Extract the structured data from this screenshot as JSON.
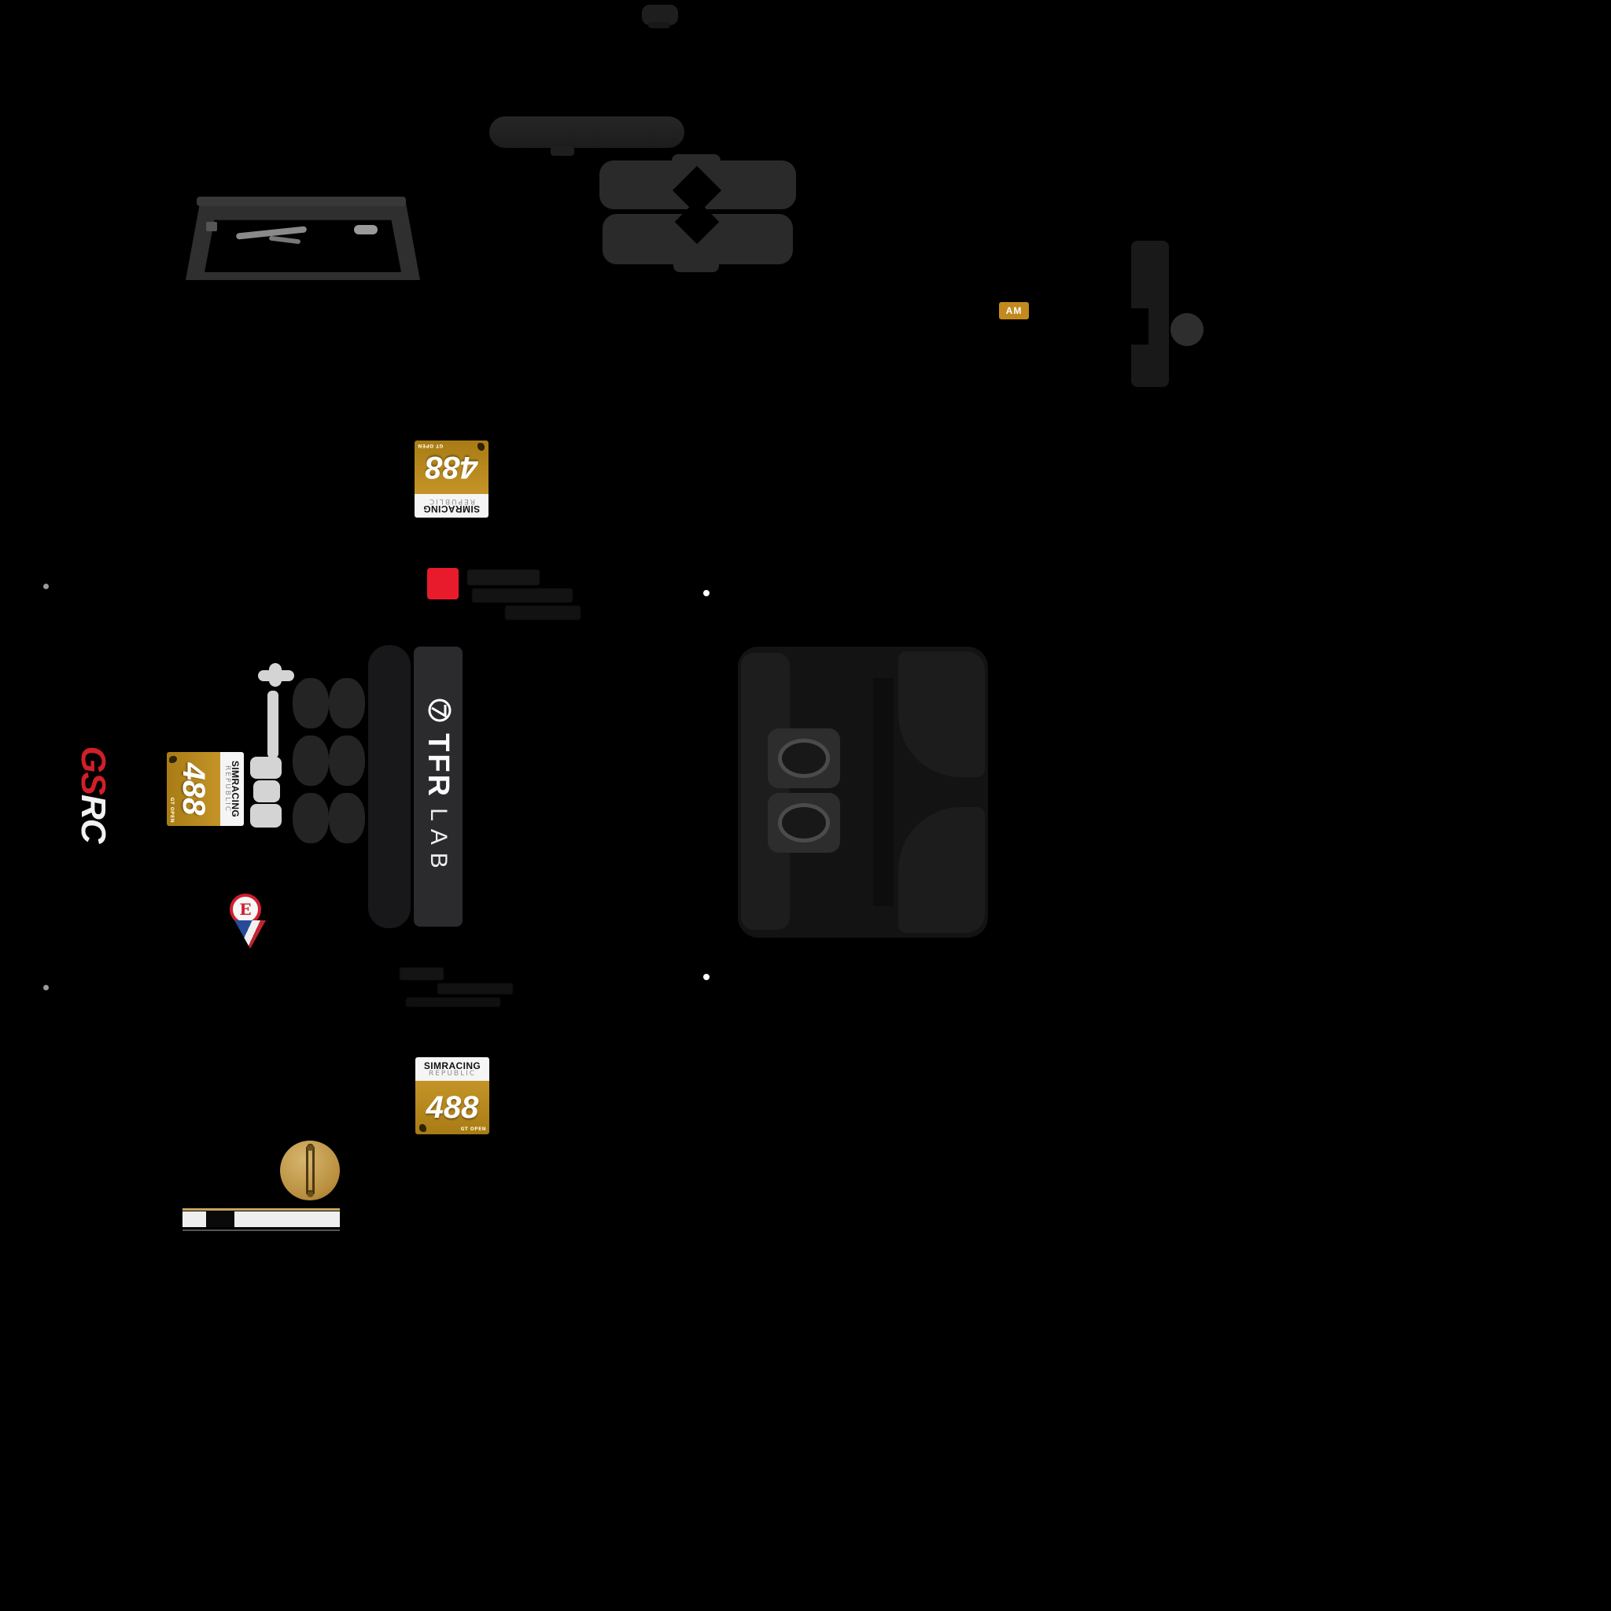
{
  "colors": {
    "background": "#000000",
    "plate_gold": "#b5851e",
    "plate_white": "#f5f5f5",
    "brand_red": "#d81f26",
    "badge_gold": "#c28a1d",
    "logo_white": "#fafafa"
  },
  "plate": {
    "number": "488",
    "team_line1": "SIMRACING",
    "team_line2": "REPUBLIC",
    "series": "GT OPEN"
  },
  "badges": {
    "am_label": "AM",
    "e_letter": "E"
  },
  "logos": {
    "tfr_line1": "TFR",
    "tfr_line2": "LAB",
    "gsrc_left": "GS",
    "gsrc_right": "RC"
  }
}
